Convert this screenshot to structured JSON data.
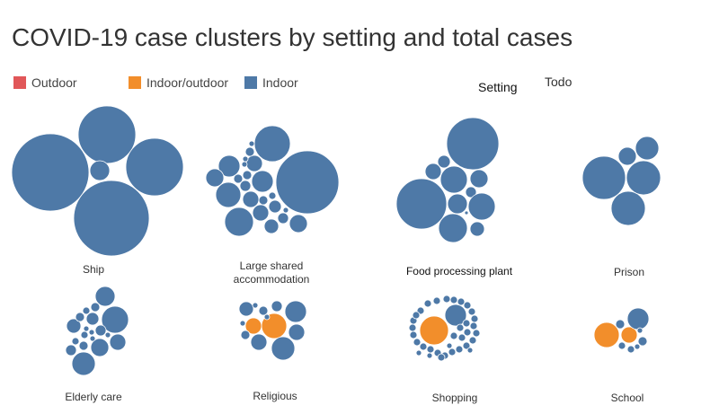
{
  "chart_data": {
    "type": "packed-bubble",
    "title": "COVID-19 case clusters by setting and total cases",
    "legend": {
      "placement": "top-left",
      "entries": [
        {
          "name": "Outdoor",
          "color": "#e15759"
        },
        {
          "name": "Indoor/outdoor",
          "color": "#f28e2b"
        },
        {
          "name": "Indoor",
          "color": "#4e79a7"
        }
      ]
    },
    "headers": {
      "setting": "Setting",
      "todo": "Todo"
    },
    "size_encoding": "total cases (relative, unlabeled)",
    "settings": [
      {
        "name": "Ship",
        "label_lines": [
          "Ship"
        ],
        "bubbles": [
          {
            "type": "Indoor",
            "value": 1849
          },
          {
            "type": "Indoor",
            "value": 1024
          },
          {
            "type": "Indoor",
            "value": 1024
          },
          {
            "type": "Indoor",
            "value": 1764
          },
          {
            "type": "Indoor",
            "value": 121
          }
        ]
      },
      {
        "name": "Large shared accommodation",
        "label_lines": [
          "Large shared",
          "accommodation"
        ],
        "bubbles": [
          {
            "type": "Indoor",
            "value": 1225
          },
          {
            "type": "Indoor",
            "value": 400
          },
          {
            "type": "Indoor",
            "value": 144
          },
          {
            "type": "Indoor",
            "value": 100
          },
          {
            "type": "Indoor",
            "value": 196
          },
          {
            "type": "Indoor",
            "value": 256
          },
          {
            "type": "Indoor",
            "value": 144
          },
          {
            "type": "Indoor",
            "value": 81
          },
          {
            "type": "Indoor",
            "value": 25
          },
          {
            "type": "Indoor",
            "value": 9
          },
          {
            "type": "Indoor",
            "value": 9
          },
          {
            "type": "Indoor",
            "value": 9
          },
          {
            "type": "Indoor",
            "value": 25
          },
          {
            "type": "Indoor",
            "value": 25
          },
          {
            "type": "Indoor",
            "value": 36
          },
          {
            "type": "Indoor",
            "value": 81
          },
          {
            "type": "Indoor",
            "value": 81
          },
          {
            "type": "Indoor",
            "value": 25
          },
          {
            "type": "Indoor",
            "value": 16
          },
          {
            "type": "Indoor",
            "value": 49
          },
          {
            "type": "Indoor",
            "value": 64
          },
          {
            "type": "Indoor",
            "value": 36
          },
          {
            "type": "Indoor",
            "value": 9
          },
          {
            "type": "Indoor",
            "value": 100
          }
        ]
      },
      {
        "name": "Food processing plant",
        "label_lines": [
          "Food processing plant"
        ],
        "bubbles": [
          {
            "type": "Indoor",
            "value": 841
          },
          {
            "type": "Indoor",
            "value": 784
          },
          {
            "type": "Indoor",
            "value": 225
          },
          {
            "type": "Indoor",
            "value": 81
          },
          {
            "type": "Indoor",
            "value": 49
          },
          {
            "type": "Indoor",
            "value": 100
          },
          {
            "type": "Indoor",
            "value": 36
          },
          {
            "type": "Indoor",
            "value": 121
          },
          {
            "type": "Indoor",
            "value": 225
          },
          {
            "type": "Indoor",
            "value": 256
          },
          {
            "type": "Indoor",
            "value": 64
          },
          {
            "type": "Indoor",
            "value": 4
          }
        ]
      },
      {
        "name": "Prison",
        "label_lines": [
          "Prison"
        ],
        "bubbles": [
          {
            "type": "Indoor",
            "value": 576
          },
          {
            "type": "Indoor",
            "value": 361
          },
          {
            "type": "Indoor",
            "value": 361
          },
          {
            "type": "Indoor",
            "value": 169
          },
          {
            "type": "Indoor",
            "value": 100
          }
        ]
      },
      {
        "name": "Elderly care",
        "label_lines": [
          "Elderly care"
        ],
        "bubbles": [
          {
            "type": "Indoor",
            "value": 121
          },
          {
            "type": "Indoor",
            "value": 225
          },
          {
            "type": "Indoor",
            "value": 169
          },
          {
            "type": "Indoor",
            "value": 81
          },
          {
            "type": "Indoor",
            "value": 100
          },
          {
            "type": "Indoor",
            "value": 64
          },
          {
            "type": "Indoor",
            "value": 36
          },
          {
            "type": "Indoor",
            "value": 16
          },
          {
            "type": "Indoor",
            "value": 25
          },
          {
            "type": "Indoor",
            "value": 49
          },
          {
            "type": "Indoor",
            "value": 16
          },
          {
            "type": "Indoor",
            "value": 25
          },
          {
            "type": "Indoor",
            "value": 25
          },
          {
            "type": "Indoor",
            "value": 36
          },
          {
            "type": "Indoor",
            "value": 9
          },
          {
            "type": "Indoor",
            "value": 16
          },
          {
            "type": "Indoor",
            "value": 9
          },
          {
            "type": "Indoor",
            "value": 9
          },
          {
            "type": "Indoor",
            "value": 9
          }
        ]
      },
      {
        "name": "Religious",
        "label_lines": [
          "Religious"
        ],
        "bubbles": [
          {
            "type": "Indoor/outdoor",
            "value": 196
          },
          {
            "type": "Indoor/outdoor",
            "value": 81
          },
          {
            "type": "Indoor",
            "value": 144
          },
          {
            "type": "Indoor",
            "value": 169
          },
          {
            "type": "Indoor",
            "value": 81
          },
          {
            "type": "Indoor",
            "value": 81
          },
          {
            "type": "Indoor",
            "value": 64
          },
          {
            "type": "Indoor",
            "value": 25
          },
          {
            "type": "Indoor",
            "value": 36
          },
          {
            "type": "Indoor",
            "value": 9
          },
          {
            "type": "Indoor",
            "value": 9
          },
          {
            "type": "Indoor",
            "value": 25
          },
          {
            "type": "Indoor",
            "value": 9
          }
        ]
      },
      {
        "name": "Shopping",
        "label_lines": [
          "Shopping"
        ],
        "bubbles": [
          {
            "type": "Indoor/outdoor",
            "value": 256
          },
          {
            "type": "Indoor",
            "value": 144
          },
          {
            "type": "Indoor",
            "value": 16
          },
          {
            "type": "Indoor",
            "value": 16
          },
          {
            "type": "Indoor",
            "value": 16
          },
          {
            "type": "Indoor",
            "value": 16
          },
          {
            "type": "Indoor",
            "value": 16
          },
          {
            "type": "Indoor",
            "value": 16
          },
          {
            "type": "Indoor",
            "value": 16
          },
          {
            "type": "Indoor",
            "value": 16
          },
          {
            "type": "Indoor",
            "value": 16
          },
          {
            "type": "Indoor",
            "value": 16
          },
          {
            "type": "Indoor",
            "value": 16
          },
          {
            "type": "Indoor",
            "value": 16
          },
          {
            "type": "Indoor",
            "value": 16
          },
          {
            "type": "Indoor",
            "value": 16
          },
          {
            "type": "Indoor",
            "value": 16
          },
          {
            "type": "Indoor",
            "value": 16
          },
          {
            "type": "Indoor",
            "value": 16
          },
          {
            "type": "Indoor",
            "value": 16
          },
          {
            "type": "Indoor",
            "value": 16
          },
          {
            "type": "Indoor",
            "value": 16
          },
          {
            "type": "Indoor",
            "value": 16
          },
          {
            "type": "Indoor",
            "value": 16
          },
          {
            "type": "Indoor",
            "value": 16
          },
          {
            "type": "Indoor",
            "value": 16
          },
          {
            "type": "Indoor",
            "value": 16
          },
          {
            "type": "Indoor",
            "value": 16
          },
          {
            "type": "Indoor",
            "value": 16
          },
          {
            "type": "Indoor",
            "value": 16
          },
          {
            "type": "Indoor",
            "value": 16
          },
          {
            "type": "Indoor",
            "value": 16
          },
          {
            "type": "Indoor",
            "value": 9
          },
          {
            "type": "Indoor",
            "value": 9
          },
          {
            "type": "Indoor",
            "value": 9
          },
          {
            "type": "Indoor",
            "value": 9
          }
        ]
      },
      {
        "name": "School",
        "label_lines": [
          "School"
        ],
        "bubbles": [
          {
            "type": "Indoor/outdoor",
            "value": 196
          },
          {
            "type": "Indoor/outdoor",
            "value": 81
          },
          {
            "type": "Indoor",
            "value": 144
          },
          {
            "type": "Indoor",
            "value": 25
          },
          {
            "type": "Indoor",
            "value": 25
          },
          {
            "type": "Indoor",
            "value": 16
          },
          {
            "type": "Indoor",
            "value": 16
          },
          {
            "type": "Indoor",
            "value": 9
          },
          {
            "type": "Indoor",
            "value": 9
          }
        ]
      }
    ]
  }
}
